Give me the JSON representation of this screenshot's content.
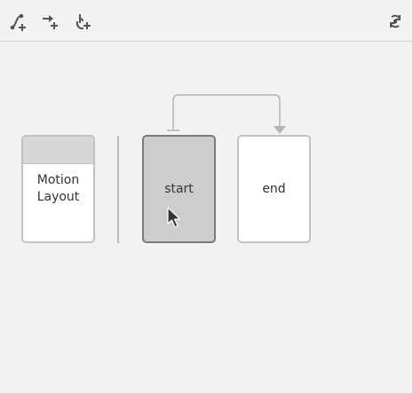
{
  "toolbar": {
    "buttons": [
      {
        "name": "create-constraint-set-icon"
      },
      {
        "name": "create-transition-icon"
      },
      {
        "name": "create-click-handler-icon"
      }
    ],
    "right_button": {
      "name": "cycle-layouts-icon"
    }
  },
  "layout_card": {
    "label_line1": "Motion",
    "label_line2": "Layout"
  },
  "states": [
    {
      "id": "start",
      "label": "start",
      "selected": true
    },
    {
      "id": "end",
      "label": "end",
      "selected": false
    }
  ],
  "colors": {
    "background": "#f2f2f2",
    "card_border": "#c2c2c2",
    "selected_border": "#7a7a7a",
    "selected_fill": "#cdcdcd",
    "transition_line": "#b5b5b5",
    "icon": "#555555"
  }
}
